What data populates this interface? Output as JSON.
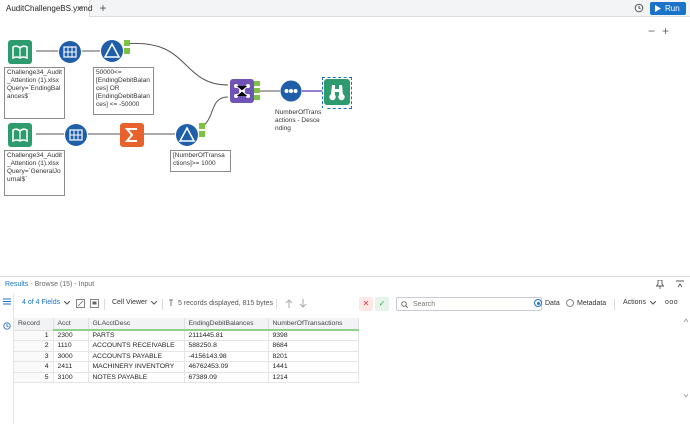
{
  "tabbar": {
    "tab_title": "AuditChallengeBS.yxmd",
    "close_glyph": "×",
    "add_glyph": "+",
    "run_label": "Run"
  },
  "canvas": {
    "zoom_out": "−",
    "zoom_in": "+",
    "annotations": {
      "input1": "Challenge34_Audit_Attention (1).xlsx\nQuery=`EndingBalances$`",
      "filter1": "50000<=\n[EndingDebitBalances] OR\n[EndingDebitBalances] <= -50000",
      "input2": "Challenge34_Audit_Attention (1).xlsx\nQuery=`GeneralJournal$`",
      "filter2": "[NumberOfTransactions]>= 1000",
      "sort": "NumberOfTransactions - Descending"
    },
    "colors": {
      "input": "#2e9b6e",
      "select": "#1f5ea8",
      "filter": "#1f5ea8",
      "summarize": "#e8632c",
      "join": "#6f53b7",
      "sort": "#1f5ea8",
      "browse": "#2e9b6e"
    }
  },
  "results": {
    "title": "Results",
    "subtitle": " - Browse (15) - Input"
  },
  "toolbar": {
    "fields_label": "4 of 4 Fields",
    "viewer_label": "Cell Viewer",
    "records_info": "5 records displayed, 815 bytes",
    "search_placeholder": "Search",
    "data_label": "Data",
    "metadata_label": "Metadata",
    "actions_label": "Actions"
  },
  "table": {
    "headers": [
      "Record",
      "Acct",
      "GLAcctDesc",
      "EndingDebitBalances",
      "NumberOfTransactions"
    ],
    "rows": [
      [
        "1",
        "2300",
        "PARTS",
        "2111445.81",
        "9398"
      ],
      [
        "2",
        "1110",
        "ACCOUNTS RECEIVABLE",
        "588250.8",
        "8684"
      ],
      [
        "3",
        "3000",
        "ACCOUNTS PAYABLE",
        "-4156143.98",
        "8201"
      ],
      [
        "4",
        "2411",
        "MACHINERY INVENTORY",
        "46762453.09",
        "1441"
      ],
      [
        "5",
        "3100",
        "NOTES PAYABLE",
        "67389.09",
        "1214"
      ]
    ]
  }
}
